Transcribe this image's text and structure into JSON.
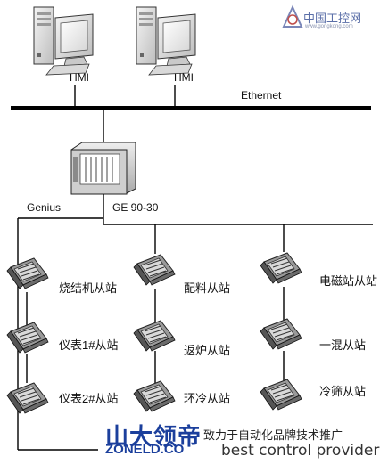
{
  "watermark": {
    "name": "中国工控网",
    "url": "www.gongkong.com"
  },
  "hmi_labels": [
    "HMI",
    "HMI"
  ],
  "network": {
    "ethernet": "Ethernet",
    "genius": "Genius"
  },
  "controller": {
    "label": "GE 90-30"
  },
  "stations": {
    "col1": [
      "烧结机从站",
      "仪表1#从站",
      "仪表2#从站"
    ],
    "col2": [
      "配料从站",
      "返炉从站",
      "环冷从站"
    ],
    "col3": [
      "电磁站从站",
      "一混从站",
      "冷筛从站"
    ]
  },
  "footer": {
    "brand": "山大领帝",
    "slogan": "致力于自动化品牌技术推广",
    "site": "ZONELD.CO",
    "tagline": "best control provider"
  }
}
